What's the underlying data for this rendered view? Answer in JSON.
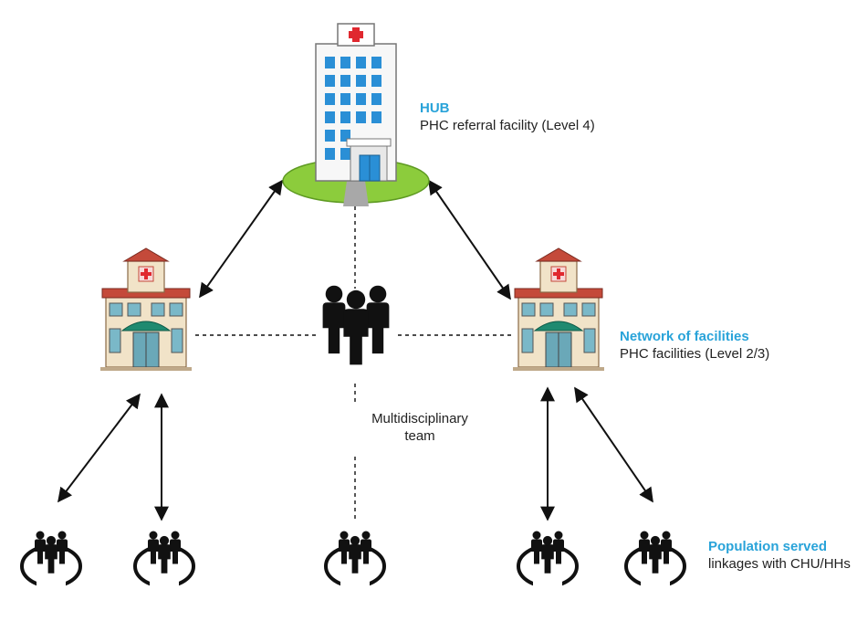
{
  "hub": {
    "title": "HUB",
    "subtitle": "PHC referral facility (Level 4)",
    "icon": "hospital-icon"
  },
  "network": {
    "title": "Network of facilities",
    "subtitle": "PHC facilities (Level 2/3)",
    "icon": "clinic-icon"
  },
  "team": {
    "line1": "Multidisciplinary",
    "line2": "team",
    "icon": "team-people-icon"
  },
  "population": {
    "title": "Population served",
    "subtitle": "linkages with CHU/HHs",
    "icon": "community-group-icon"
  },
  "colors": {
    "accent": "#29a3d9",
    "hospital_window": "#2a8fd6",
    "hospital_cross": "#e0282f",
    "lawn": "#8ccc3c",
    "clinic_roof": "#c44a3a",
    "clinic_awning": "#1f8a70",
    "ink": "#111111"
  }
}
